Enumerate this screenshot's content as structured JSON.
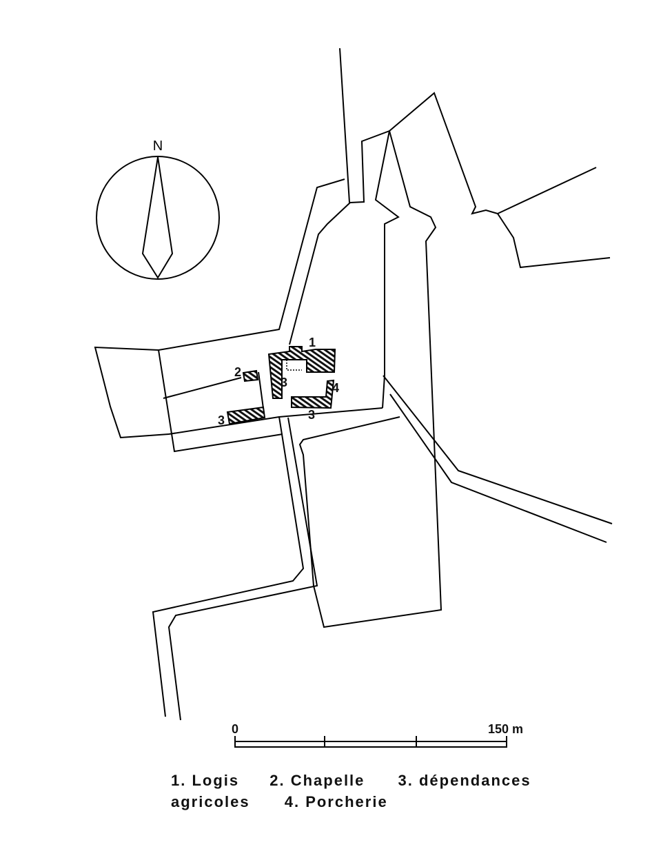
{
  "compass": {
    "north_label": "N"
  },
  "buildings": [
    {
      "number": "1"
    },
    {
      "number": "2"
    },
    {
      "number": "3"
    },
    {
      "number": "3"
    },
    {
      "number": "3"
    },
    {
      "number": "4"
    }
  ],
  "scale": {
    "start_label": "0",
    "end_label": "150 m"
  },
  "legend": {
    "line1": [
      "1. Logis",
      "2. Chapelle",
      "3. dépendances"
    ],
    "line2": [
      "agricoles",
      "4. Porcherie"
    ]
  },
  "colors": {
    "ink": "#000000",
    "background": "#ffffff"
  }
}
